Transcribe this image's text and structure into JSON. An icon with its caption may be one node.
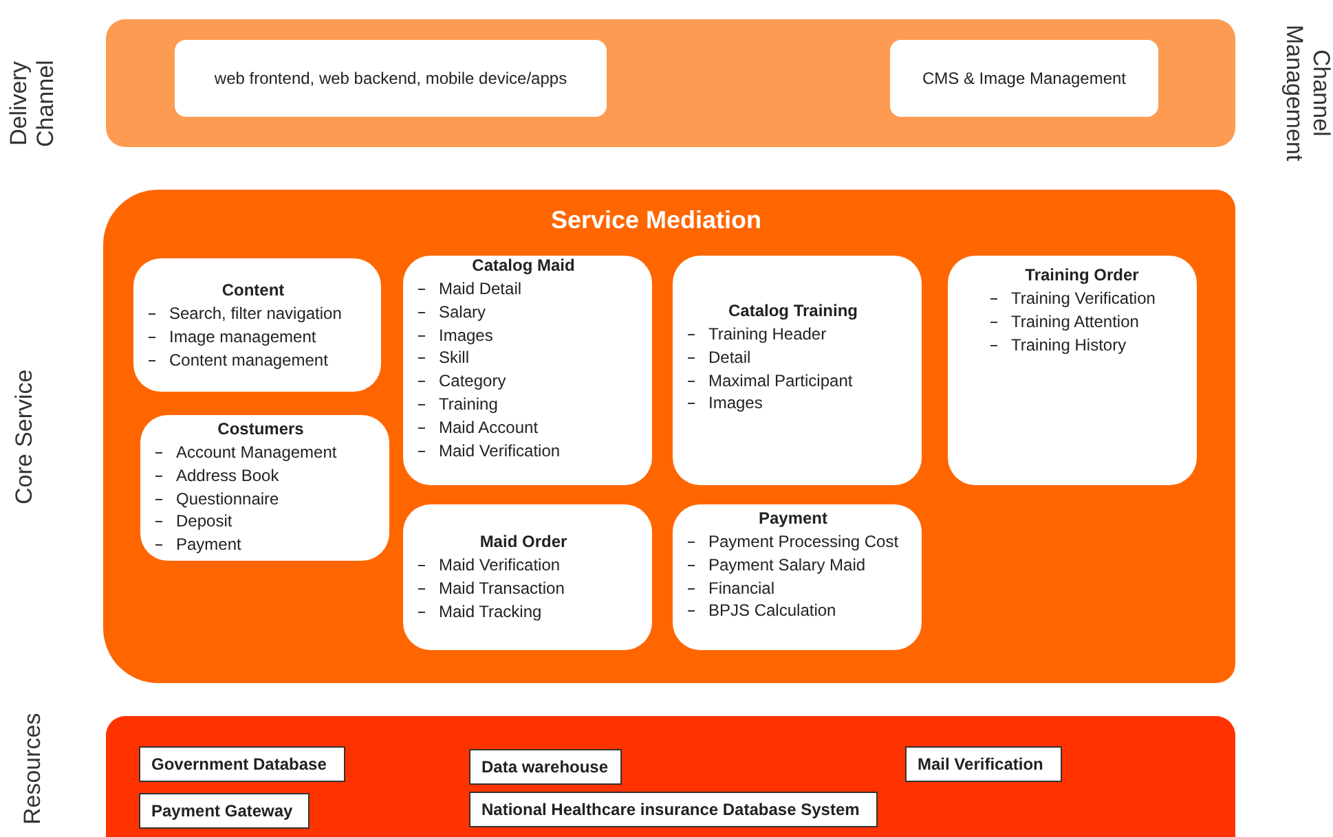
{
  "diagram": {
    "nodes": [
      {
        "text": [
          "Delivery Channel",
          "Channel Management"
        ]
      },
      {
        "text": [
          "web frontend, web backend, mobile device/apps"
        ],
        "in": 0
      },
      {
        "text": [
          "CMS & Image Management"
        ],
        "in": 0
      },
      {
        "text": [
          "Core Service",
          "Service Mediation"
        ]
      },
      {
        "text": [
          "Content",
          "Search, filter navigation",
          "Image management",
          "Content management"
        ],
        "in": 3
      },
      {
        "text": [
          "Catalog Maid",
          "Maid Detail",
          "Salary",
          "Images",
          "Skill",
          "Category",
          "Training",
          "Maid Account",
          "Maid Verification"
        ],
        "in": 3
      },
      {
        "text": [
          "Catalog Training",
          "Training Header",
          "Detail",
          "Maximal Participant",
          "Images"
        ],
        "in": 3
      },
      {
        "text": [
          "Training Order",
          "Training Verification",
          "Training Attention",
          "Training History"
        ],
        "in": 3
      },
      {
        "text": [
          "Costumers",
          "Account Management",
          "Address Book",
          "Questionnaire",
          "Deposit",
          "Payment"
        ],
        "in": 3
      },
      {
        "text": [
          "Maid Order",
          "Maid Verification",
          "Maid Transaction",
          "Maid Tracking"
        ],
        "in": 3
      },
      {
        "text": [
          "Payment",
          "Payment Processing Cost",
          "Payment Salary Maid",
          "Financial",
          "BPJS Calculation"
        ],
        "in": 3
      },
      {
        "text": [
          "Resources"
        ]
      },
      {
        "text": [
          "Government Database"
        ],
        "in": 11
      },
      {
        "text": [
          "Data warehouse"
        ],
        "in": 11
      },
      {
        "text": [
          "Mail Verification"
        ],
        "in": 11
      },
      {
        "text": [
          "Payment Gateway"
        ],
        "in": 11
      },
      {
        "text": [
          "National Healthcare insurance Database System"
        ],
        "in": 11
      }
    ],
    "edges": []
  }
}
